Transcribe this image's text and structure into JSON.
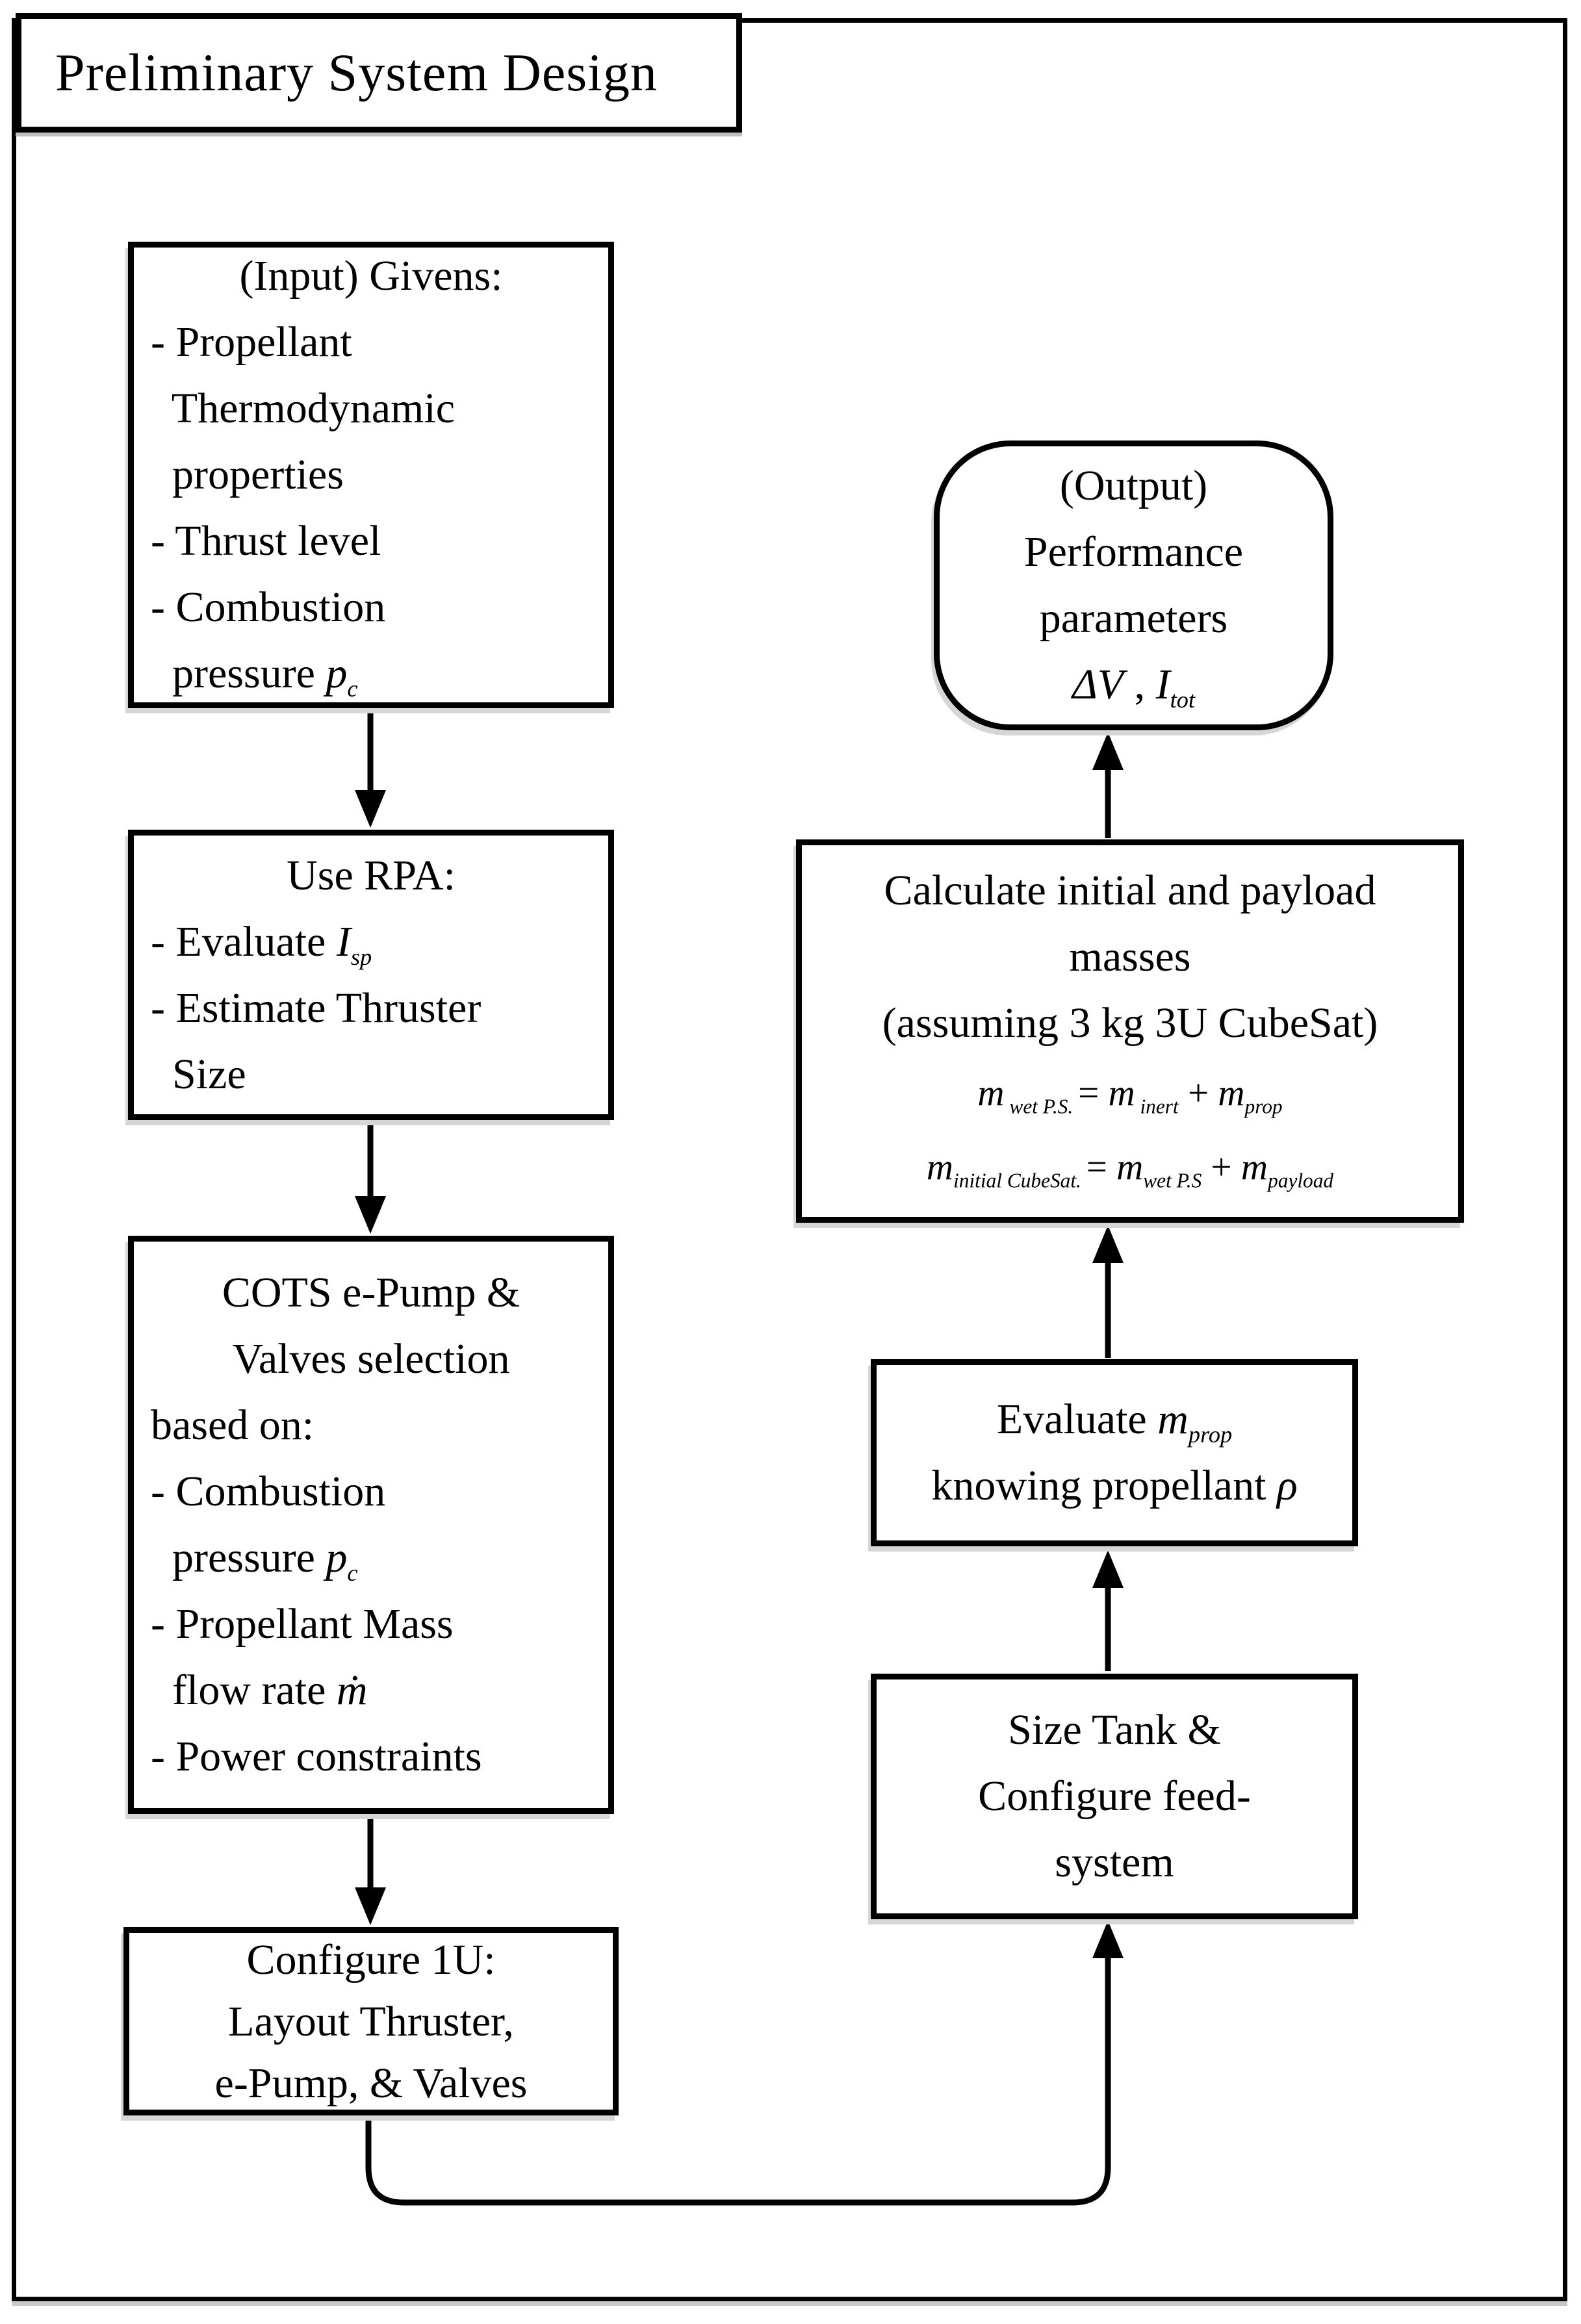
{
  "title": "Preliminary System Design",
  "colors": {
    "ink": "#000000",
    "background": "#ffffff",
    "shadow": "#d6d6d6"
  },
  "boxes": {
    "input_givens": {
      "lines": [
        {
          "c": true,
          "runs": [
            {
              "t": "(Input) Givens:"
            }
          ]
        },
        {
          "c": false,
          "runs": [
            {
              "t": "- Propellant"
            }
          ]
        },
        {
          "c": false,
          "runs": [
            {
              "t": "  Thermodynamic"
            }
          ]
        },
        {
          "c": false,
          "runs": [
            {
              "t": "  properties"
            }
          ]
        },
        {
          "c": false,
          "runs": [
            {
              "t": "- Thrust level"
            }
          ]
        },
        {
          "c": false,
          "runs": [
            {
              "t": "- Combustion"
            }
          ]
        },
        {
          "c": false,
          "runs": [
            {
              "t": "  pressure "
            },
            {
              "t": "p",
              "i": true
            },
            {
              "t": "c",
              "sub": true
            }
          ]
        }
      ]
    },
    "use_rpa": {
      "lines": [
        {
          "c": true,
          "runs": [
            {
              "t": "Use RPA:"
            }
          ]
        },
        {
          "c": false,
          "runs": [
            {
              "t": "- Evaluate "
            },
            {
              "t": "I",
              "i": true
            },
            {
              "t": "sp",
              "sub": true
            }
          ]
        },
        {
          "c": false,
          "runs": [
            {
              "t": "- Estimate Thruster"
            }
          ]
        },
        {
          "c": false,
          "runs": [
            {
              "t": "  Size"
            }
          ]
        }
      ]
    },
    "cots_selection": {
      "lines": [
        {
          "c": true,
          "runs": [
            {
              "t": "COTS e-Pump &"
            }
          ]
        },
        {
          "c": true,
          "runs": [
            {
              "t": "Valves selection"
            }
          ]
        },
        {
          "c": false,
          "runs": [
            {
              "t": "based on:"
            }
          ]
        },
        {
          "c": false,
          "runs": [
            {
              "t": "- Combustion"
            }
          ]
        },
        {
          "c": false,
          "runs": [
            {
              "t": "  pressure "
            },
            {
              "t": "p",
              "i": true
            },
            {
              "t": "c",
              "sub": true
            }
          ]
        },
        {
          "c": false,
          "runs": [
            {
              "t": "- Propellant Mass"
            }
          ]
        },
        {
          "c": false,
          "runs": [
            {
              "t": "  flow rate "
            },
            {
              "t": "ṁ",
              "i": true
            }
          ]
        },
        {
          "c": false,
          "runs": [
            {
              "t": "- Power constraints"
            }
          ]
        }
      ]
    },
    "configure_1u": {
      "lines": [
        {
          "c": true,
          "runs": [
            {
              "t": "Configure 1U:"
            }
          ]
        },
        {
          "c": true,
          "runs": [
            {
              "t": "Layout Thruster,"
            }
          ]
        },
        {
          "c": true,
          "runs": [
            {
              "t": "e-Pump, & Valves"
            }
          ]
        }
      ]
    },
    "output_performance": {
      "lines": [
        {
          "c": true,
          "runs": [
            {
              "t": "(Output)"
            }
          ]
        },
        {
          "c": true,
          "runs": [
            {
              "t": "Performance"
            }
          ]
        },
        {
          "c": true,
          "runs": [
            {
              "t": "parameters"
            }
          ]
        },
        {
          "c": true,
          "runs": [
            {
              "t": "ΔV",
              "i": true
            },
            {
              "t": " , "
            },
            {
              "t": "I",
              "i": true
            },
            {
              "t": "tot",
              "sub": true
            }
          ]
        }
      ]
    },
    "calculate_masses": {
      "lines": [
        {
          "c": true,
          "runs": [
            {
              "t": "Calculate initial and payload"
            }
          ]
        },
        {
          "c": true,
          "runs": [
            {
              "t": "masses"
            }
          ]
        },
        {
          "c": true,
          "runs": [
            {
              "t": "(assuming 3 kg 3U CubeSat)"
            }
          ]
        },
        {
          "c": true,
          "sm": true,
          "runs": [
            {
              "t": "m",
              "i": true
            },
            {
              "t": " wet P.S. ",
              "sub": true
            },
            {
              "t": "= "
            },
            {
              "t": "m",
              "i": true
            },
            {
              "t": " inert",
              "sub": true
            },
            {
              "t": " + "
            },
            {
              "t": "m",
              "i": true
            },
            {
              "t": "prop",
              "sub": true
            }
          ]
        },
        {
          "c": true,
          "sm": true,
          "runs": [
            {
              "t": "m",
              "i": true
            },
            {
              "t": "initial CubeSat. ",
              "sub": true
            },
            {
              "t": "= "
            },
            {
              "t": "m",
              "i": true
            },
            {
              "t": "wet P.S",
              "sub": true
            },
            {
              "t": " + "
            },
            {
              "t": "m",
              "i": true
            },
            {
              "t": "payload",
              "sub": true
            }
          ]
        }
      ]
    },
    "evaluate_mprop": {
      "lines": [
        {
          "c": true,
          "runs": [
            {
              "t": "Evaluate "
            },
            {
              "t": "m",
              "i": true
            },
            {
              "t": "prop",
              "sub": true
            }
          ]
        },
        {
          "c": true,
          "runs": [
            {
              "t": "knowing propellant "
            },
            {
              "t": "ρ",
              "i": true
            }
          ]
        }
      ]
    },
    "size_tank": {
      "lines": [
        {
          "c": true,
          "runs": [
            {
              "t": "Size Tank &"
            }
          ]
        },
        {
          "c": true,
          "runs": [
            {
              "t": "Configure feed-"
            }
          ]
        },
        {
          "c": true,
          "runs": [
            {
              "t": "system"
            }
          ]
        }
      ]
    }
  },
  "arrows": [
    {
      "from": "input-givens",
      "to": "use-rpa"
    },
    {
      "from": "use-rpa",
      "to": "cots-selection"
    },
    {
      "from": "cots-selection",
      "to": "configure-1u"
    },
    {
      "from": "configure-1u",
      "to": "size-tank"
    },
    {
      "from": "size-tank",
      "to": "evaluate-mprop"
    },
    {
      "from": "evaluate-mprop",
      "to": "calculate-masses"
    },
    {
      "from": "calculate-masses",
      "to": "output-performance"
    }
  ]
}
